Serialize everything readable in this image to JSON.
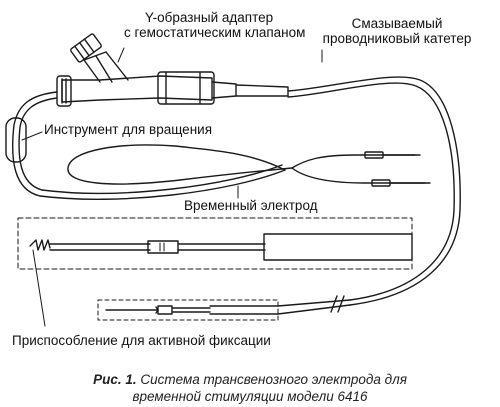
{
  "labels": {
    "y_adapter_line1": "Y-образный адаптер",
    "y_adapter_line2": "с гемостатическим клапаном",
    "catheter_line1": "Смазываемый",
    "catheter_line2": "проводниковый катетер",
    "rotation_tool": "Инструмент для вращения",
    "temp_electrode": "Временный электрод",
    "fixation": "Приспособление для активной фиксации"
  },
  "caption": {
    "prefix": "Рис. 1.",
    "line1": "Система трансвенозного электрода для",
    "line2": "временной стимуляции модели 6416"
  }
}
